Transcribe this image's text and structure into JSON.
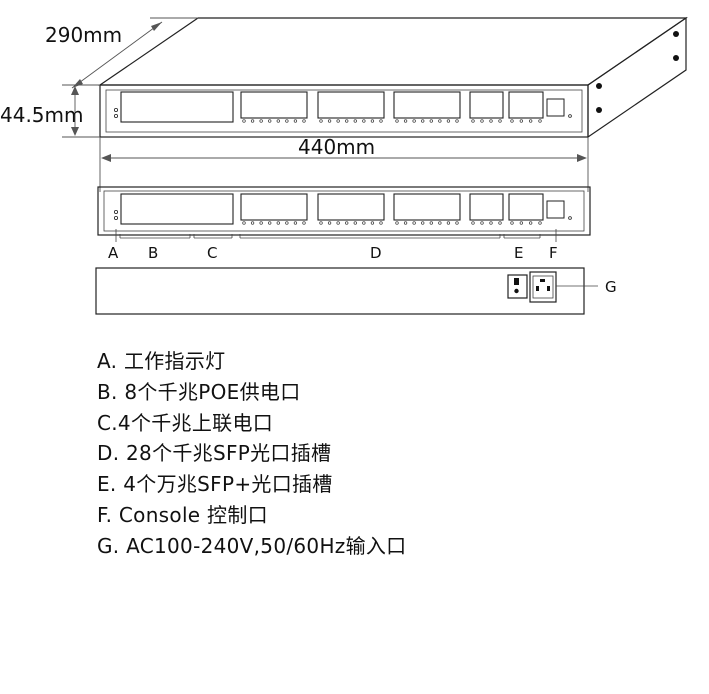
{
  "dimensions": {
    "depth": "290mm",
    "height": "44.5mm",
    "width": "440mm"
  },
  "callouts": [
    "A",
    "B",
    "C",
    "D",
    "E",
    "F",
    "G"
  ],
  "legend": [
    "A. 工作指示灯",
    "B.  8个千兆POE供电口",
    "C.4个千兆上联电口",
    "D. 28个千兆SFP光口插槽",
    "E. 4个万兆SFP+光口插槽",
    "F. Console 控制口",
    "G. AC100-240V,50/60Hz输入口"
  ]
}
